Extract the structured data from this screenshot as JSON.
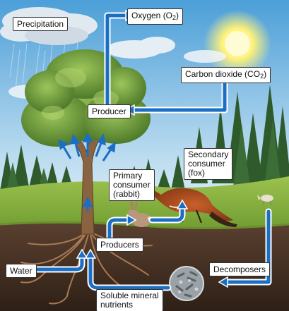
{
  "labels": {
    "precipitation": "Precipitation",
    "oxygen": "Oxygen (O",
    "oxygen_sub": "2",
    "oxygen_end": ")",
    "carbon_dioxide": "Carbon dioxide (CO",
    "carbon_dioxide_sub": "2",
    "carbon_dioxide_end": ")",
    "producer": "Producer",
    "secondary_consumer_1": "Secondary",
    "secondary_consumer_2": "consumer",
    "secondary_consumer_3": "(fox)",
    "primary_consumer_1": "Primary",
    "primary_consumer_2": "consumer",
    "primary_consumer_3": "(rabbit)",
    "producers": "Producers",
    "water": "Water",
    "decomposers": "Decomposers",
    "soluble_1": "Soluble mineral",
    "soluble_2": "nutrients"
  },
  "colors": {
    "arrow": "#1a6fc4",
    "arrow_edge": "#ffffff",
    "sky_top": "#5aa6dc",
    "sky_bottom": "#cfe6f4",
    "grass": "#7fae3c",
    "soil": "#4a3322",
    "sun": "#fff6a0"
  }
}
